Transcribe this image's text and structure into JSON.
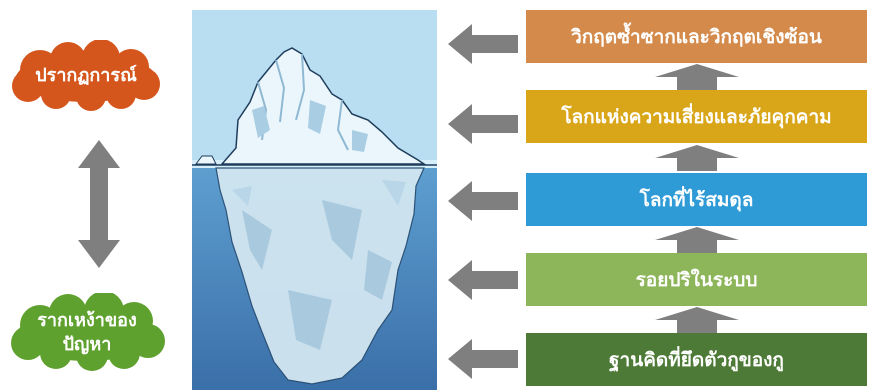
{
  "clouds": {
    "top": "ปรากฏการณ์",
    "bottom_line1": "รากเหง้าของ",
    "bottom_line2": "ปัญหา"
  },
  "levels": [
    {
      "label": "วิกฤตซ้ำซากและวิกฤตเชิงซ้อน",
      "color": "#D38A4B"
    },
    {
      "label": "โลกแห่งความเสี่ยงและภัยคุกคาม",
      "color": "#D9A619"
    },
    {
      "label": "โลกที่ไร้สมดุล",
      "color": "#2E9BD6"
    },
    {
      "label": "รอยปริในระบบ",
      "color": "#8DB55A"
    },
    {
      "label": "ฐานคิดที่ยึดตัวกูของกู",
      "color": "#4D7A36"
    }
  ],
  "colors": {
    "cloud": "#D5561D",
    "cloud_bottom": "#5FA12E",
    "arrow": "#7F7F7F",
    "sky": "#B9DDF1",
    "water": "#3F7FB6"
  }
}
